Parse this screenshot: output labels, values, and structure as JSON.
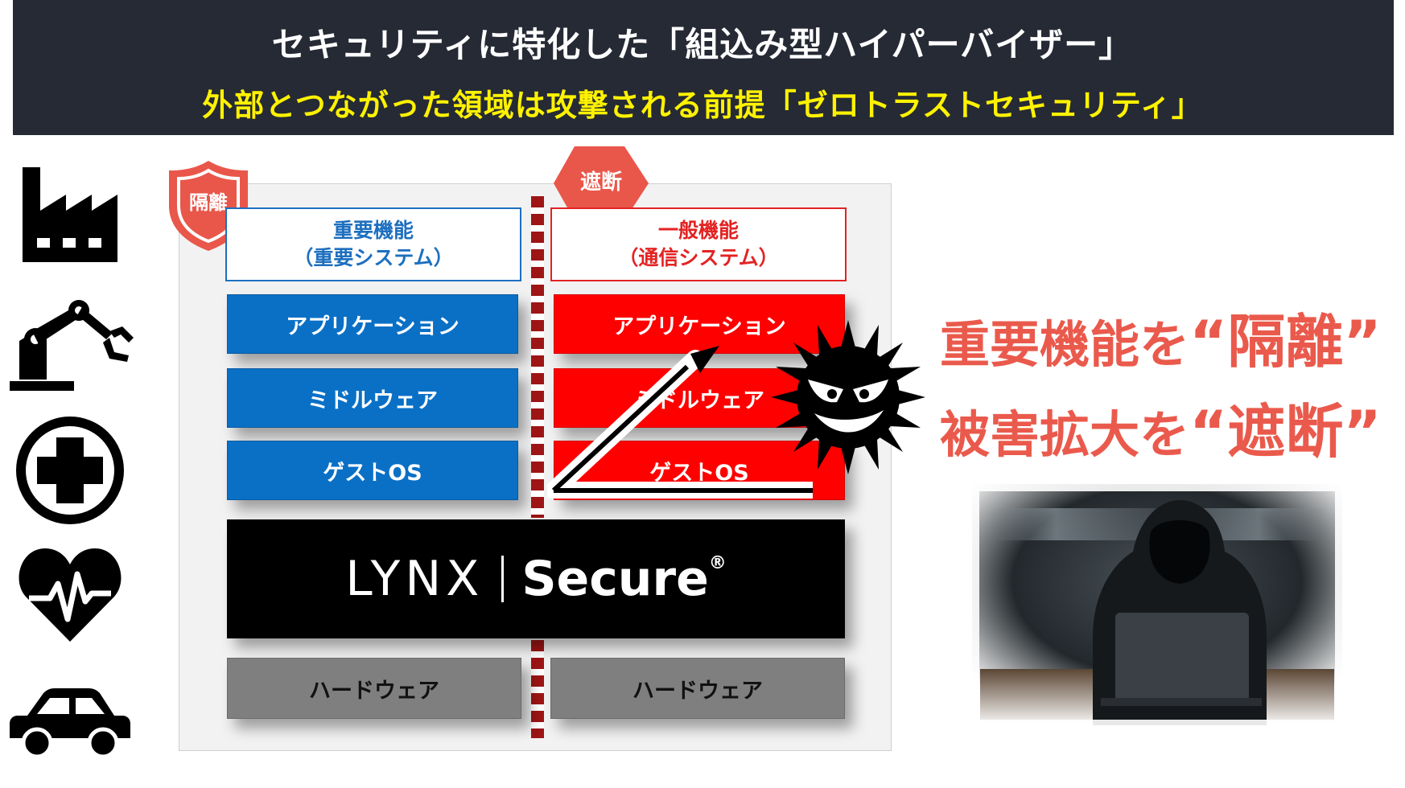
{
  "header": {
    "title": "セキュリティに特化した「組込み型ハイパーバイザー」",
    "subtitle": "外部とつながった領域は攻撃される前提「ゼロトラストセキュリティ」"
  },
  "badges": {
    "isolation": "隔離",
    "cutoff": "遮断"
  },
  "critical": {
    "label_line1": "重要機能",
    "label_line2": "（重要システム）",
    "layers": [
      "アプリケーション",
      "ミドルウェア",
      "ゲストOS"
    ]
  },
  "general": {
    "label_line1": "一般機能",
    "label_line2": "（通信システム）",
    "layers": [
      "アプリケーション",
      "ミドルウェア",
      "ゲストOS"
    ]
  },
  "hypervisor": {
    "brand_left": "LYNX",
    "brand_right": "Secure",
    "reg": "®"
  },
  "hardware": {
    "left": "ハードウェア",
    "right": "ハードウェア"
  },
  "message": {
    "line1_prefix": "重要機能を",
    "line1_open": "“",
    "line1_key": "隔離",
    "line1_close": "”",
    "line2_prefix": "被害拡大を",
    "line2_open": "“",
    "line2_key": "遮断",
    "line2_close": "”"
  },
  "colors": {
    "header_bg": "#252a35",
    "subtitle": "#fff200",
    "critical_blue": "#0a70c6",
    "general_red": "#ff0000",
    "accent_red": "#ea5a4c"
  },
  "icons": [
    "factory-icon",
    "robot-arm-icon",
    "medical-cross-icon",
    "heartbeat-icon",
    "car-icon",
    "virus-icon",
    "hacker-image"
  ]
}
